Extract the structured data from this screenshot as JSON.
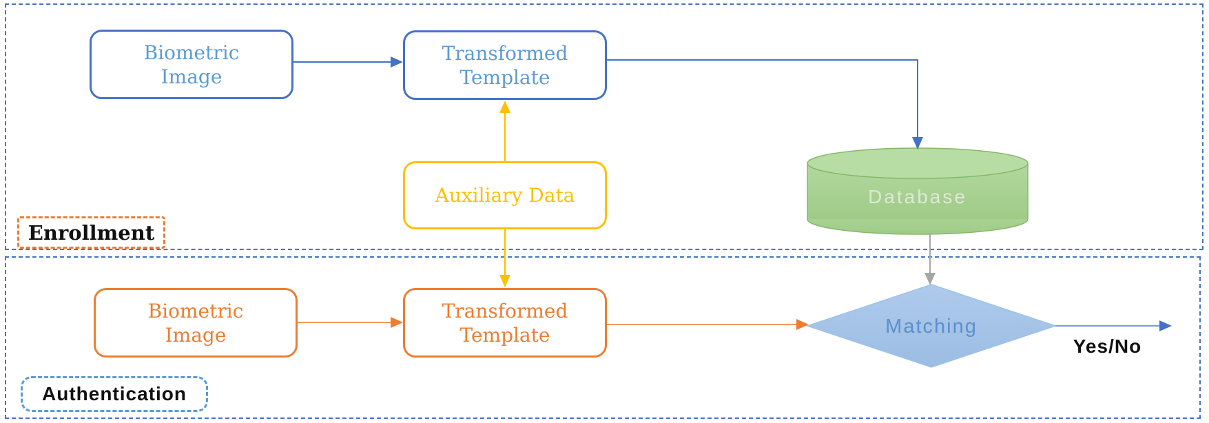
{
  "enrollment": {
    "section_label": "Enrollment",
    "biometric_image": {
      "line1": "Biometric",
      "line2": "Image"
    },
    "transformed_template": {
      "line1": "Transformed",
      "line2": "Template"
    },
    "auxiliary_data": {
      "label": "Auxiliary Data"
    },
    "database": {
      "label": "Database"
    }
  },
  "authentication": {
    "section_label": "Authentication",
    "biometric_image": {
      "line1": "Biometric",
      "line2": "Image"
    },
    "transformed_template": {
      "line1": "Transformed",
      "line2": "Template"
    },
    "matching": {
      "label": "Matching"
    },
    "result_label": "Yes/No"
  },
  "colors": {
    "accent-blue": "#4472C4",
    "blue-line-light": "#7E99D8",
    "text-blue": "#5B9BD5",
    "accent-yellow": "#FFC000",
    "accent-orange": "#ED7D31",
    "orange-line": "#F09A62",
    "green-fill-top": "#B3D89F",
    "green-fill-bottom": "#9FCB87",
    "green-top-ellipse": "#B7DCA4",
    "green-border": "#85B868",
    "diamond-fill-top": "#AECBEC",
    "diamond-fill-bottom": "#9CBCE3",
    "diamond-border": "#9DC3E6",
    "diamond-text": "#5B90CF",
    "database-text": "#DCE9D5",
    "gray-arrow": "#A6A6A6",
    "auth-dash": "#5B9BD5",
    "label-text": "#111111"
  }
}
